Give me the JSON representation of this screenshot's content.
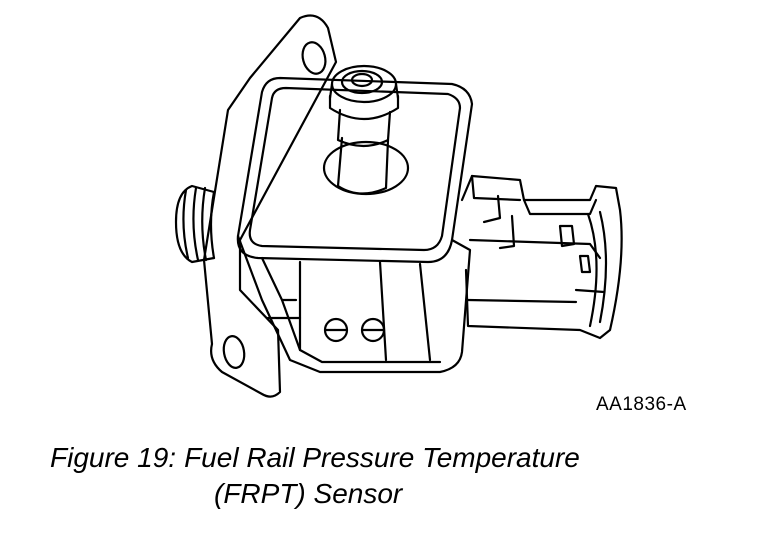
{
  "figure": {
    "ref_code": "AA1836-A",
    "caption_number": "Figure 19:",
    "caption_line1": "Fuel Rail Pressure Temperature",
    "caption_line2": "(FRPT) Sensor"
  },
  "colors": {
    "ink": "#000000",
    "paper": "#ffffff"
  }
}
